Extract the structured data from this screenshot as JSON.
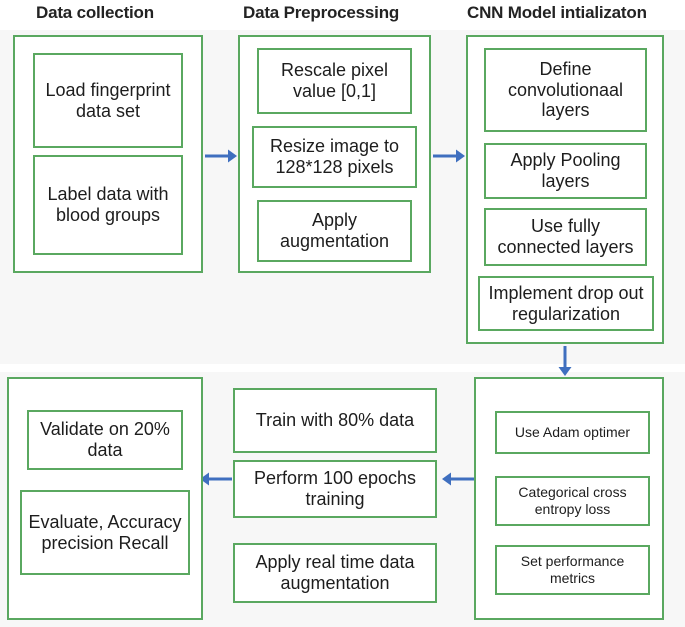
{
  "diagram": {
    "title_row": {
      "col1": "Data collection",
      "col2": "Data Preprocessing",
      "col3": "CNN Model intializaton"
    },
    "stages": [
      {
        "id": "data-collection",
        "title": "Data collection",
        "nodes": [
          "Load fingerprint data set",
          "Label data with blood groups"
        ]
      },
      {
        "id": "data-preprocessing",
        "title": "Data Preprocessing",
        "nodes": [
          "Rescale pixel value [0,1]",
          "Resize image to 128*128 pixels",
          "Apply augmentation"
        ]
      },
      {
        "id": "cnn-model-initialization",
        "title": "CNN Model intializaton",
        "nodes": [
          "Define convolutionaal layers",
          "Apply Pooling layers",
          "Use fully connected layers",
          "Implement drop out regularization"
        ]
      },
      {
        "id": "model-compilation",
        "title": "",
        "nodes": [
          "Use Adam optimer",
          "Categorical cross entropy loss",
          "Set performance metrics"
        ]
      },
      {
        "id": "model-training",
        "title": "",
        "nodes": [
          "Train with 80% data",
          "Perform 100 epochs training",
          "Apply real time data augmentation"
        ]
      },
      {
        "id": "model-evaluation",
        "title": "",
        "nodes": [
          "Validate on 20% data",
          "Evaluate, Accuracy precision Recall"
        ]
      }
    ],
    "node_text": {
      "load_dataset": "Load fingerprint data set",
      "label_data": "Label data with blood groups",
      "rescale_pixel": "Rescale pixel value [0,1]",
      "resize_image": "Resize image to 128*128 pixels",
      "apply_augmentation": "Apply augmentation",
      "define_conv": "Define convolutionaal layers",
      "apply_pooling": "Apply Pooling layers",
      "fully_connected": "Use fully connected layers",
      "dropout": "Implement drop out regularization",
      "adam_optimizer": "Use Adam optimer",
      "cross_entropy": "Categorical cross entropy loss",
      "performance_metrics": "Set performance metrics",
      "train_80": "Train with 80% data",
      "epochs_100": "Perform 100 epochs training",
      "realtime_aug": "Apply real time data augmentation",
      "validate_20": "Validate on 20% data",
      "evaluate_metrics": "Evaluate, Accuracy precision Recall"
    },
    "connectors": [
      {
        "name": "arrow-collection-to-preprocessing",
        "direction": "right"
      },
      {
        "name": "arrow-preprocessing-to-cnn",
        "direction": "right"
      },
      {
        "name": "arrow-cnn-to-compilation",
        "direction": "down"
      },
      {
        "name": "arrow-compilation-to-training",
        "direction": "left"
      },
      {
        "name": "arrow-training-to-evaluation",
        "direction": "left"
      }
    ],
    "colors": {
      "box_border": "#5aa860",
      "arrow": "#3f6fbf",
      "text": "#1d1d1d",
      "panel_background": "#f7f7f7",
      "box_fill": "#ffffff"
    }
  }
}
